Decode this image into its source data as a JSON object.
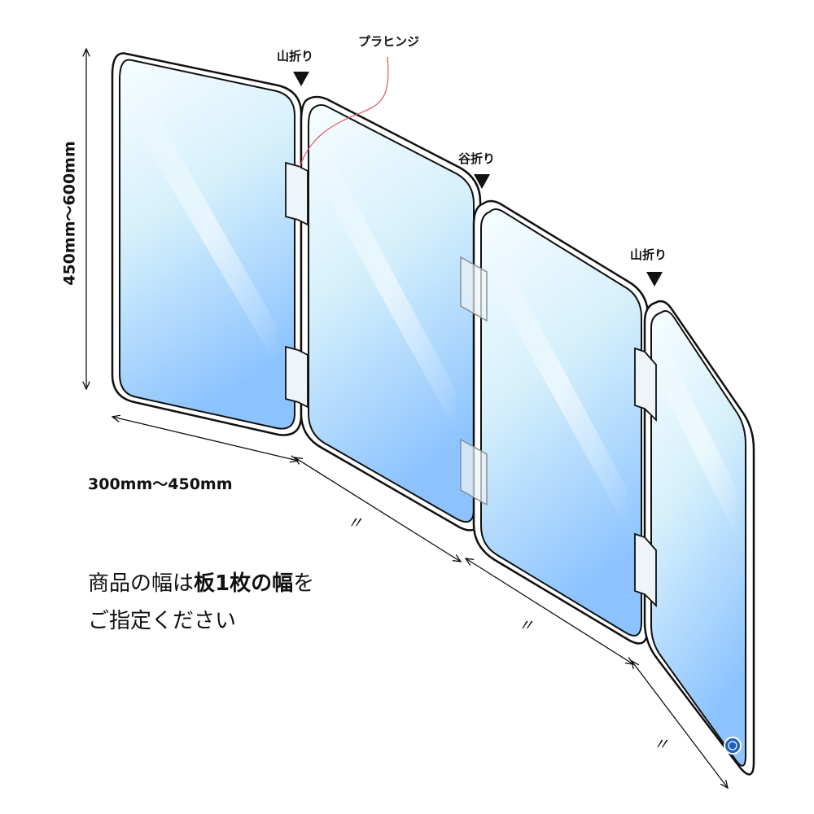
{
  "labels": {
    "fold_mountain_1": "山折り",
    "fold_valley": "谷折り",
    "fold_mountain_2": "山折り",
    "hinge": "プラヒンジ",
    "height": "450mm～600mm",
    "width": "300mm～450mm",
    "ditto_1": "〃",
    "ditto_2": "〃",
    "ditto_3": "〃"
  },
  "note": {
    "line1_a": "商品の幅は",
    "line1_b": "板1枚の幅",
    "line1_c": "を",
    "line2": "ご指定ください"
  },
  "colors": {
    "panel_top": "#f2fbff",
    "panel_bottom": "#8fc6ff",
    "outline": "#111111",
    "hinge_line": "#e8505b"
  }
}
